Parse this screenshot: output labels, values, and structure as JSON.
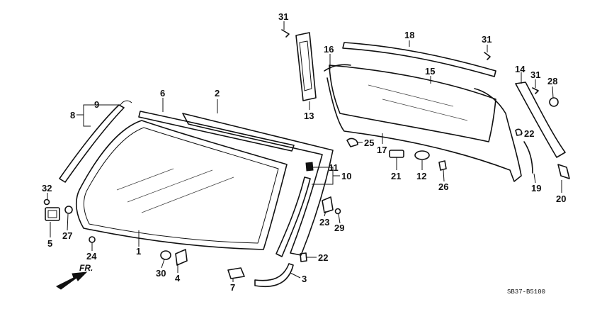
{
  "diagram": {
    "callouts": [
      "1",
      "2",
      "3",
      "4",
      "5",
      "6",
      "7",
      "8",
      "9",
      "10",
      "11",
      "12",
      "13",
      "14",
      "15",
      "16",
      "17",
      "18",
      "19",
      "20",
      "21",
      "22",
      "22",
      "23",
      "24",
      "25",
      "26",
      "27",
      "28",
      "29",
      "30",
      "31",
      "31",
      "31",
      "32"
    ],
    "front_arrow_label": "FR.",
    "drawing_code": "SB37-B5100"
  }
}
